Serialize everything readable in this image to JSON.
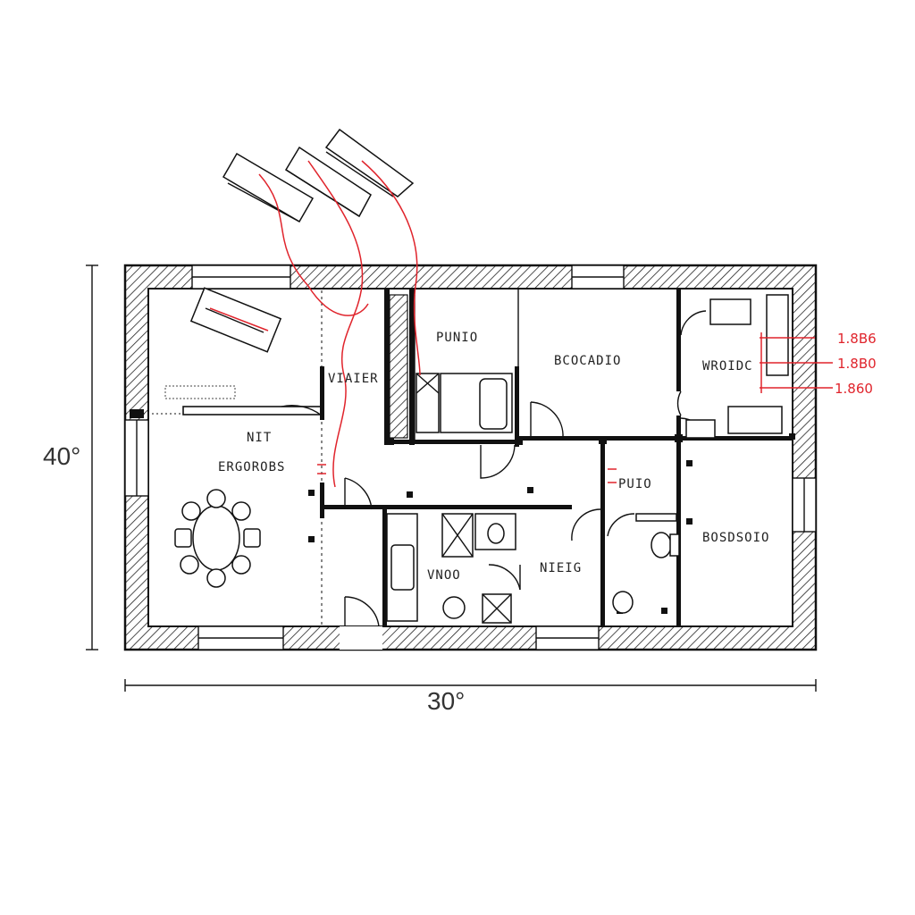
{
  "dimensions": {
    "vertical": "40°",
    "horizontal": "30°"
  },
  "rooms": [
    {
      "id": "left-upper",
      "label": "VIAIER"
    },
    {
      "id": "left-mid-1",
      "label": "NIT"
    },
    {
      "id": "left-mid-2",
      "label": "ERGOROBS"
    },
    {
      "id": "top-closet",
      "label": "PUNIO"
    },
    {
      "id": "top-center",
      "label": "BCOCADIO"
    },
    {
      "id": "top-right",
      "label": "WROIDC"
    },
    {
      "id": "hall-room",
      "label": "PUIO"
    },
    {
      "id": "bath-1",
      "label": "VNOO"
    },
    {
      "id": "center-room",
      "label": "NIEIG"
    },
    {
      "id": "right-lower",
      "label": "BOSDSOIO"
    }
  ],
  "annotations": [
    {
      "id": "callout-1",
      "label": "1.8B6"
    },
    {
      "id": "callout-2",
      "label": "1.8B0"
    },
    {
      "id": "callout-3",
      "label": "1.860"
    }
  ],
  "colors": {
    "ink": "#111111",
    "accent": "#e0242c",
    "background": "#ffffff"
  }
}
